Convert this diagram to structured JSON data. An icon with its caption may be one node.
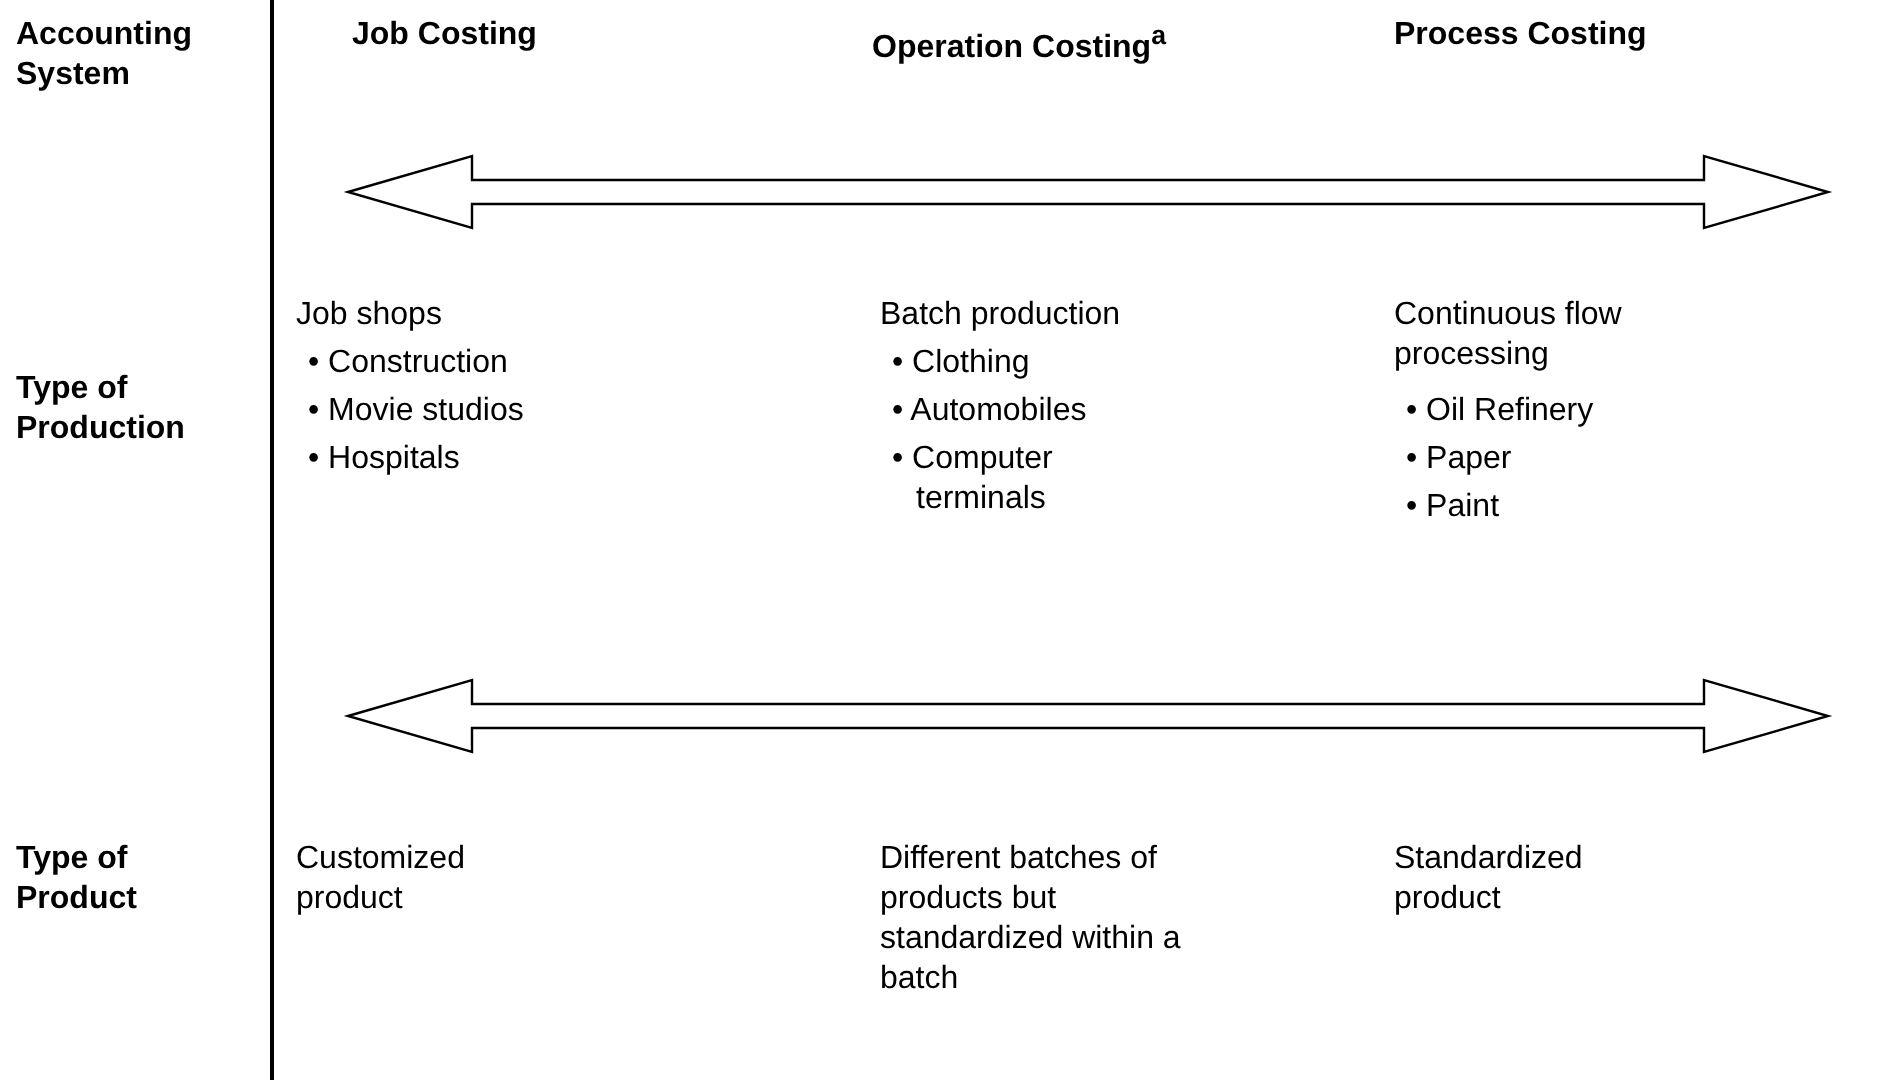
{
  "diagram": {
    "labels": [
      "Accounting System",
      "Job Costing",
      "Operation Costing$^{a}$",
      "Process Costing",
      "Type of Production",
      "Job shops",
      "• Construction",
      "• Movie studios",
      "• Hospitals",
      "Batch production",
      "• Clothing",
      "• Automobiles",
      "• Computer terminals",
      "Continuous flow processing",
      "• Oil Refinery",
      "• Paper",
      "• Paint",
      "Type of Product",
      "Customized product",
      "Different batches of products but standardized within a batch",
      "Standardized product"
    ]
  }
}
